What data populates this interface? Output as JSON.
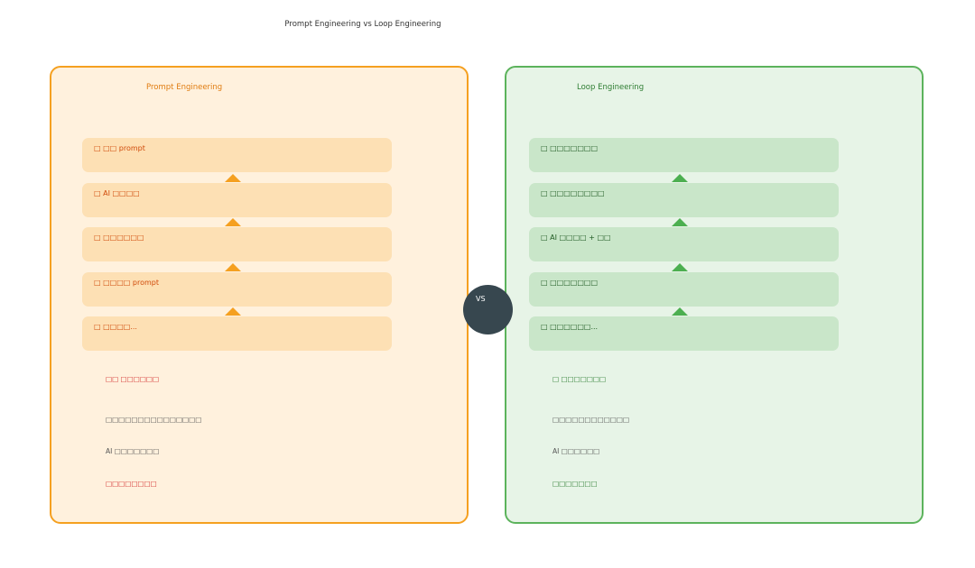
{
  "title": "Prompt Engineering vs Loop Engineering",
  "vs_label": "VS",
  "colors": {
    "left_accent": "#f5a020",
    "left_bg": "#fff1dd",
    "right_accent": "#5cb35c",
    "right_bg": "#e7f4e7",
    "vs_circle": "#37474f"
  },
  "left": {
    "title": "Prompt Engineering",
    "steps": [
      "□ □□ prompt",
      "□ AI □□□□",
      "□ □□□□□□",
      "□ □□□□ prompt",
      "□ □□□□..."
    ],
    "notes": [
      {
        "text": "□□ □□□□□□",
        "style": "warn"
      },
      {
        "text": "□□□□□□□□□□□□□□□",
        "style": "plain"
      },
      {
        "text": "AI □□□□□□□",
        "style": "plain"
      },
      {
        "text": "□□□□□□□□",
        "style": "warn"
      }
    ]
  },
  "right": {
    "title": "Loop Engineering",
    "steps": [
      "□ □□□□□□□",
      "□ □□□□□□□□",
      "□ AI □□□□ + □□",
      "□ □□□□□□□",
      "□ □□□□□□..."
    ],
    "notes": [
      {
        "text": "□ □□□□□□□",
        "style": "good"
      },
      {
        "text": "□□□□□□□□□□□□",
        "style": "plain"
      },
      {
        "text": "AI □□□□□□",
        "style": "plain"
      },
      {
        "text": "□□□□□□□",
        "style": "good"
      }
    ]
  }
}
